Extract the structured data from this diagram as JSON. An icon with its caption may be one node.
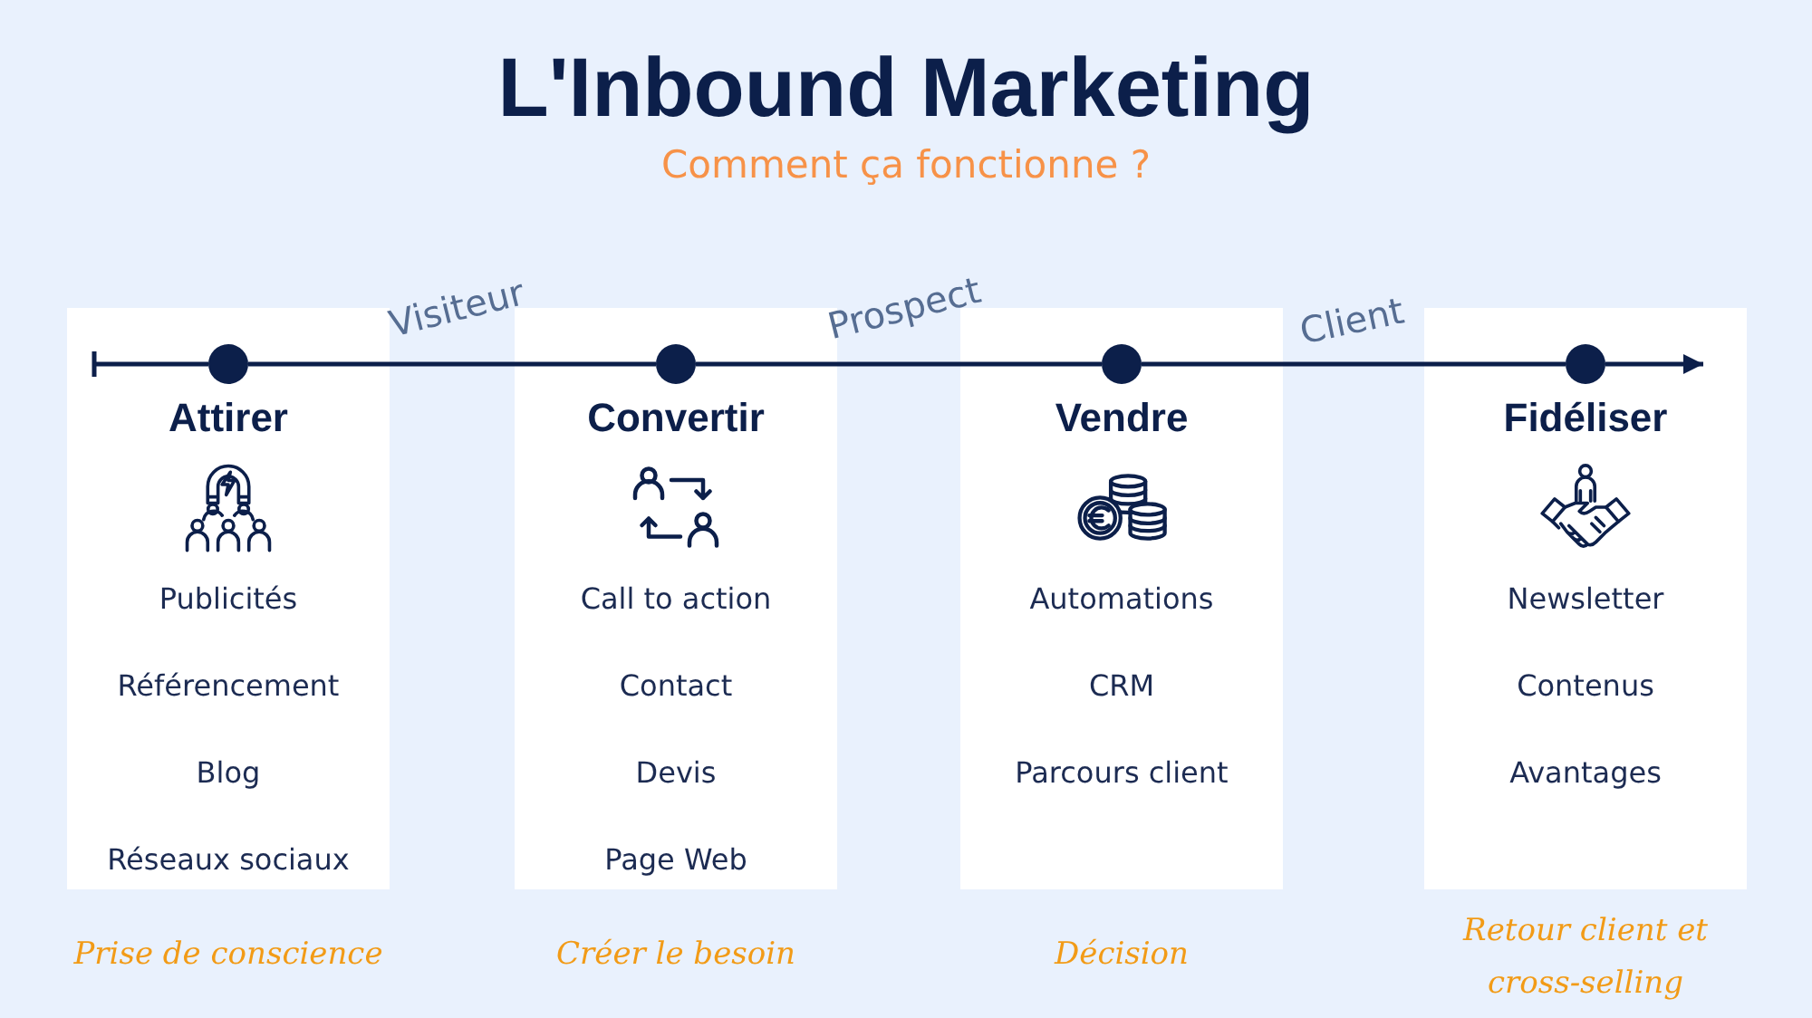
{
  "diagram": {
    "title": "L'Inbound Marketing",
    "nodes": [
      {
        "text": [
          "Attirer",
          "Publicités",
          "Référencement",
          "Blog",
          "Réseaux sociaux"
        ],
        "beside": [
          "Prise de conscience"
        ]
      },
      {
        "text": [],
        "shape": "circle",
        "in": 0
      },
      {
        "text": [
          "Convertir",
          "Call to action",
          "Contact",
          "Devis",
          "Page Web"
        ],
        "beside": [
          "Créer le besoin"
        ]
      },
      {
        "text": [],
        "shape": "circle",
        "in": 2
      },
      {
        "text": [
          "Vendre",
          "Automations",
          "CRM",
          "Parcours client"
        ],
        "beside": [
          "Décision"
        ]
      },
      {
        "text": [],
        "shape": "circle",
        "in": 4
      },
      {
        "text": [
          "Fidéliser",
          "Newsletter",
          "Contenus",
          "Avantages"
        ],
        "beside": [
          "Retour client et cross-selling"
        ]
      },
      {
        "text": [],
        "shape": "circle",
        "in": 6
      }
    ],
    "edges": [
      {
        "from": null,
        "to": 1,
        "arrow": "other"
      },
      {
        "from": 1,
        "to": 3,
        "arrow": "none",
        "label": "Visiteur"
      },
      {
        "from": 3,
        "to": 5,
        "arrow": "none",
        "label": "Prospect"
      },
      {
        "from": 5,
        "to": 7,
        "arrow": "none",
        "label": "Client"
      },
      {
        "from": 7,
        "to": null,
        "arrow": "to"
      }
    ],
    "labels": [
      "Comment ça fonctionne ?"
    ]
  }
}
